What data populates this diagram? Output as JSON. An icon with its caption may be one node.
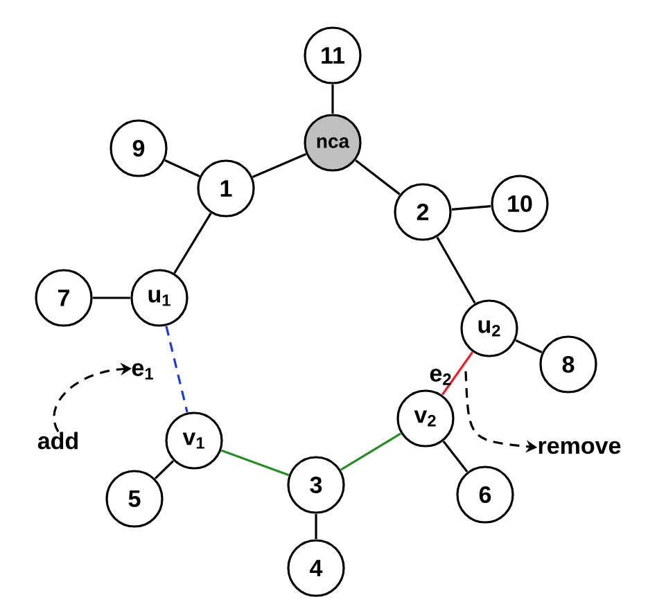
{
  "diagram": {
    "nodes": [
      {
        "text": [
          "nca"
        ]
      },
      {
        "text": [
          "1"
        ]
      },
      {
        "text": [
          "2"
        ]
      },
      {
        "text": [
          "u$_{1}$"
        ]
      },
      {
        "text": [
          "u$_{2}$"
        ]
      },
      {
        "text": [
          "v$_{1}$"
        ]
      },
      {
        "text": [
          "v$_{2}$"
        ]
      },
      {
        "text": [
          "3"
        ]
      },
      {
        "text": [
          "11"
        ]
      },
      {
        "text": [
          "9"
        ]
      },
      {
        "text": [
          "10"
        ]
      },
      {
        "text": [
          "7"
        ]
      },
      {
        "text": [
          "8"
        ]
      },
      {
        "text": [
          "5"
        ]
      },
      {
        "text": [
          "4"
        ]
      },
      {
        "text": [
          "6"
        ]
      },
      {
        "text": [
          "add"
        ]
      },
      {
        "text": [
          "remove"
        ]
      }
    ],
    "edges": [
      {
        "from": 0,
        "to": 1,
        "arrow": "none"
      },
      {
        "from": 0,
        "to": 2,
        "arrow": "none"
      },
      {
        "from": 1,
        "to": 3,
        "arrow": "none"
      },
      {
        "from": 2,
        "to": 4,
        "arrow": "none"
      },
      {
        "from": 3,
        "to": 5,
        "arrow": "none",
        "label": "e$_{1}$",
        "style": "dashed",
        "color": "#1e3cd8"
      },
      {
        "from": 4,
        "to": 6,
        "arrow": "none",
        "label": "e$_{2}$",
        "color": "#e8202a"
      },
      {
        "from": 5,
        "to": 7,
        "arrow": "none",
        "color": "#2a8a2a"
      },
      {
        "from": 7,
        "to": 6,
        "arrow": "none",
        "color": "#2a8a2a"
      },
      {
        "from": 0,
        "to": 8,
        "arrow": "none"
      },
      {
        "from": 1,
        "to": 9,
        "arrow": "none"
      },
      {
        "from": 2,
        "to": 10,
        "arrow": "none"
      },
      {
        "from": 3,
        "to": 11,
        "arrow": "none"
      },
      {
        "from": 4,
        "to": 12,
        "arrow": "none"
      },
      {
        "from": 5,
        "to": 13,
        "arrow": "none"
      },
      {
        "from": 7,
        "to": 14,
        "arrow": "none"
      },
      {
        "from": 6,
        "to": 15,
        "arrow": "none"
      },
      {
        "from": 16,
        "to": null,
        "arrow": "to",
        "style": "dashed"
      },
      {
        "from": null,
        "to": 17,
        "arrow": "to",
        "style": "dashed"
      }
    ]
  }
}
